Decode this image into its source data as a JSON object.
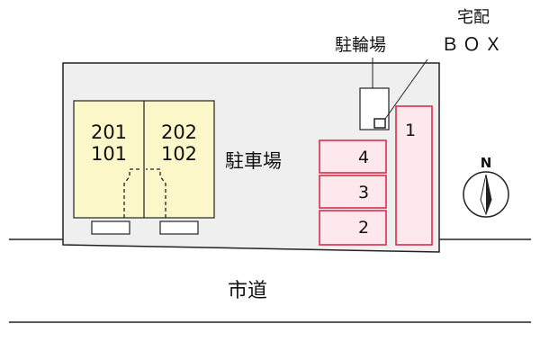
{
  "map": {
    "units": [
      {
        "upper": "201",
        "lower": "101"
      },
      {
        "upper": "202",
        "lower": "102"
      }
    ],
    "parking_label": "駐車場",
    "parking_spaces": [
      "1",
      "4",
      "3",
      "2"
    ],
    "bicycle_parking_label": "駐輪場",
    "delivery_box_label_line1": "宅配",
    "delivery_box_label_line2": "ＢＯＸ",
    "road_label": "市道",
    "compass_label": "N",
    "colors": {
      "lot": "#efefef",
      "building": "#fbf7c9",
      "parking_fill": "#fde8ee",
      "parking_stroke": "#d8213f"
    }
  }
}
